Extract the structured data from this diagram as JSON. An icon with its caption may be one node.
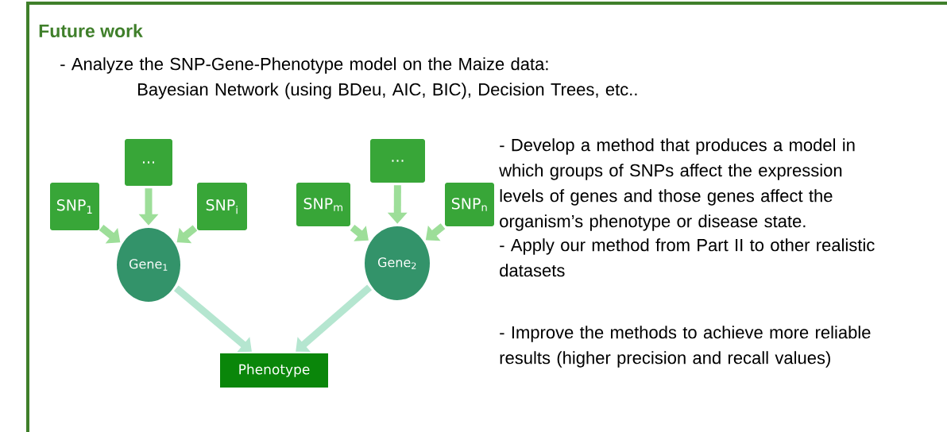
{
  "diagram": {
    "title": "Future work",
    "nodes": [
      {
        "text": [
          "SNP$_{1}$"
        ]
      },
      {
        "text": [
          "..."
        ]
      },
      {
        "text": [
          "SNP$_{i}$"
        ]
      },
      {
        "text": [
          "SNP$_{m}$"
        ]
      },
      {
        "text": [
          "..."
        ]
      },
      {
        "text": [
          "SNP$_{n}$"
        ]
      },
      {
        "text": [
          "Gene$_{1}$"
        ]
      },
      {
        "text": [
          "Gene$_{2}$"
        ]
      },
      {
        "text": [
          "Phenotype"
        ]
      }
    ],
    "edges": [
      {
        "from": 0,
        "to": 6,
        "arrow": "to"
      },
      {
        "from": 1,
        "to": 6,
        "arrow": "to"
      },
      {
        "from": 2,
        "to": 6,
        "arrow": "to"
      },
      {
        "from": 3,
        "to": 7,
        "arrow": "to"
      },
      {
        "from": 4,
        "to": 7,
        "arrow": "to"
      },
      {
        "from": 5,
        "to": 7,
        "arrow": "to"
      },
      {
        "from": 6,
        "to": 8,
        "arrow": "to",
        "color": "#b5e6d0"
      },
      {
        "from": 7,
        "to": 8,
        "arrow": "to",
        "color": "#b5e6d0"
      }
    ],
    "labels": [
      "- Analyze the SNP-Gene-Phenotype model on the Maize data:",
      "Bayesian Network (using BDeu, AIC, BIC), Decision Trees, etc..",
      "- Develop a method that produces a model in which groups of SNPs affect the expression levels of genes and those genes affect the organism’s phenotype or disease state.",
      "- Apply our method from Part II to other realistic datasets",
      "- Improve the methods to achieve more reliable results (higher precision and recall values)"
    ]
  }
}
